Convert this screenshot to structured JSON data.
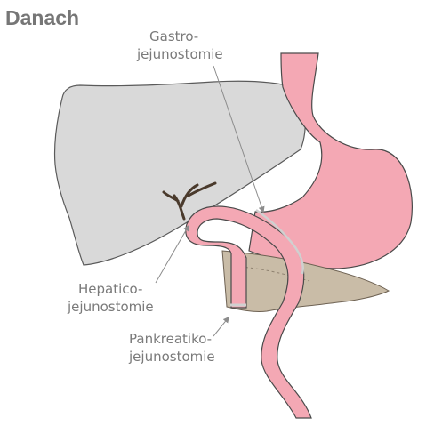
{
  "title": "Danach",
  "labels": {
    "gastro_line1": "Gastro-",
    "gastro_line2": "jejunostomie",
    "hepatico_line1": "Hepatico-",
    "hepatico_line2": "jejunostomie",
    "pankreatiko_line1": "Pankreatiko-",
    "pankreatiko_line2": "jejunostomie"
  },
  "colors": {
    "title": "#767676",
    "label": "#7a7a7a",
    "liver_fill": "#d9d9d9",
    "liver_stroke": "#5a5a5a",
    "stomach_fill": "#f4a8b4",
    "jejunum_fill": "#f4a8b4",
    "organ_stroke": "#4a4a4a",
    "pancreas_fill": "#c9bca7",
    "bile_duct": "#4a3a2c",
    "anastomosis": "#d0d0d0",
    "arrow": "#8c8c8c"
  }
}
